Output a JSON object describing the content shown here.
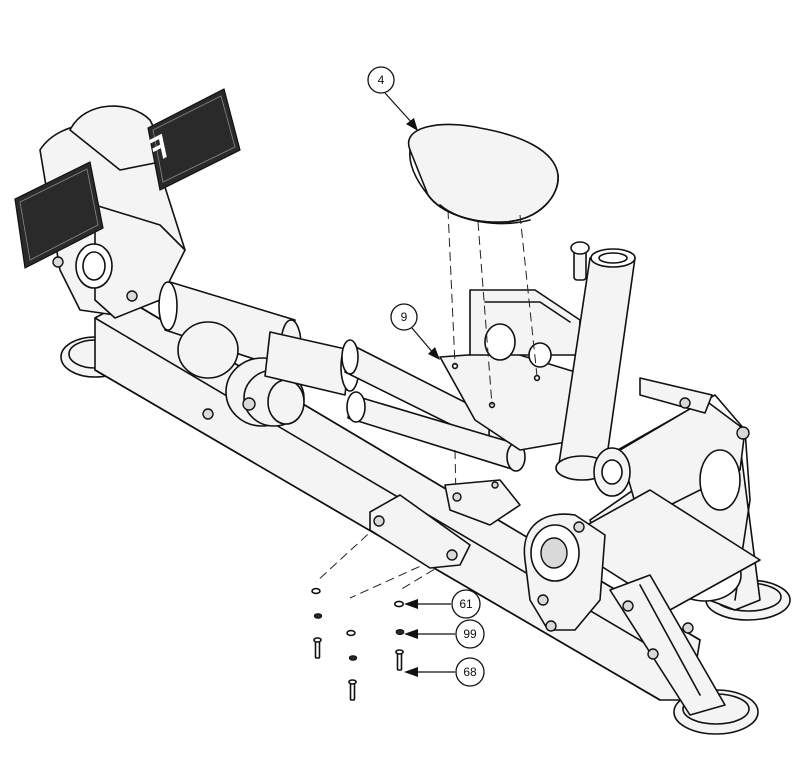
{
  "callouts": [
    {
      "id": "c4",
      "label": "4"
    },
    {
      "id": "c9",
      "label": "9"
    },
    {
      "id": "c61",
      "label": "61"
    },
    {
      "id": "c99",
      "label": "99"
    },
    {
      "id": "c68",
      "label": "68"
    }
  ],
  "colors": {
    "line": "#111111",
    "fill": "#f4f4f4",
    "pad": "#2a2a2a"
  },
  "icons": {
    "logo_on_pads": "brand-logo-icon"
  }
}
